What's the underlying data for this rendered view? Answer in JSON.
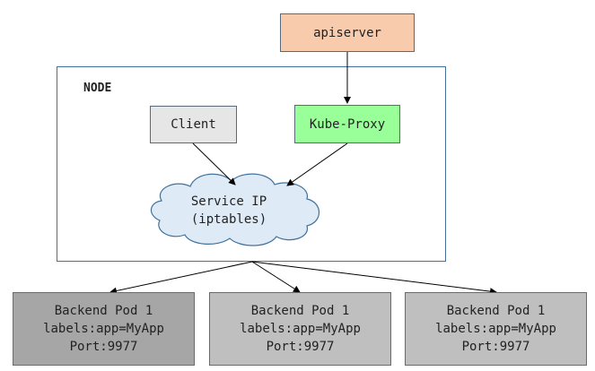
{
  "apiserver": {
    "label": "apiserver"
  },
  "node": {
    "label": "NODE"
  },
  "client": {
    "label": "Client"
  },
  "kube_proxy": {
    "label": "Kube-Proxy"
  },
  "service": {
    "line1": "Service IP",
    "line2": "(iptables)"
  },
  "pods": [
    {
      "title": "Backend Pod 1",
      "labels": "labels:app=MyApp",
      "port": "Port:9977"
    },
    {
      "title": "Backend Pod 1",
      "labels": "labels:app=MyApp",
      "port": "Port:9977"
    },
    {
      "title": "Backend Pod 1",
      "labels": "labels:app=MyApp",
      "port": "Port:9977"
    }
  ],
  "colors": {
    "apiserver": "#f8cbad",
    "client": "#e7e6e6",
    "kube_proxy": "#99ff99",
    "service_cloud": "#deebf7",
    "pod_1": "#a6a6a6",
    "pod_other": "#bfbfbf",
    "node_border": "#41719c"
  }
}
